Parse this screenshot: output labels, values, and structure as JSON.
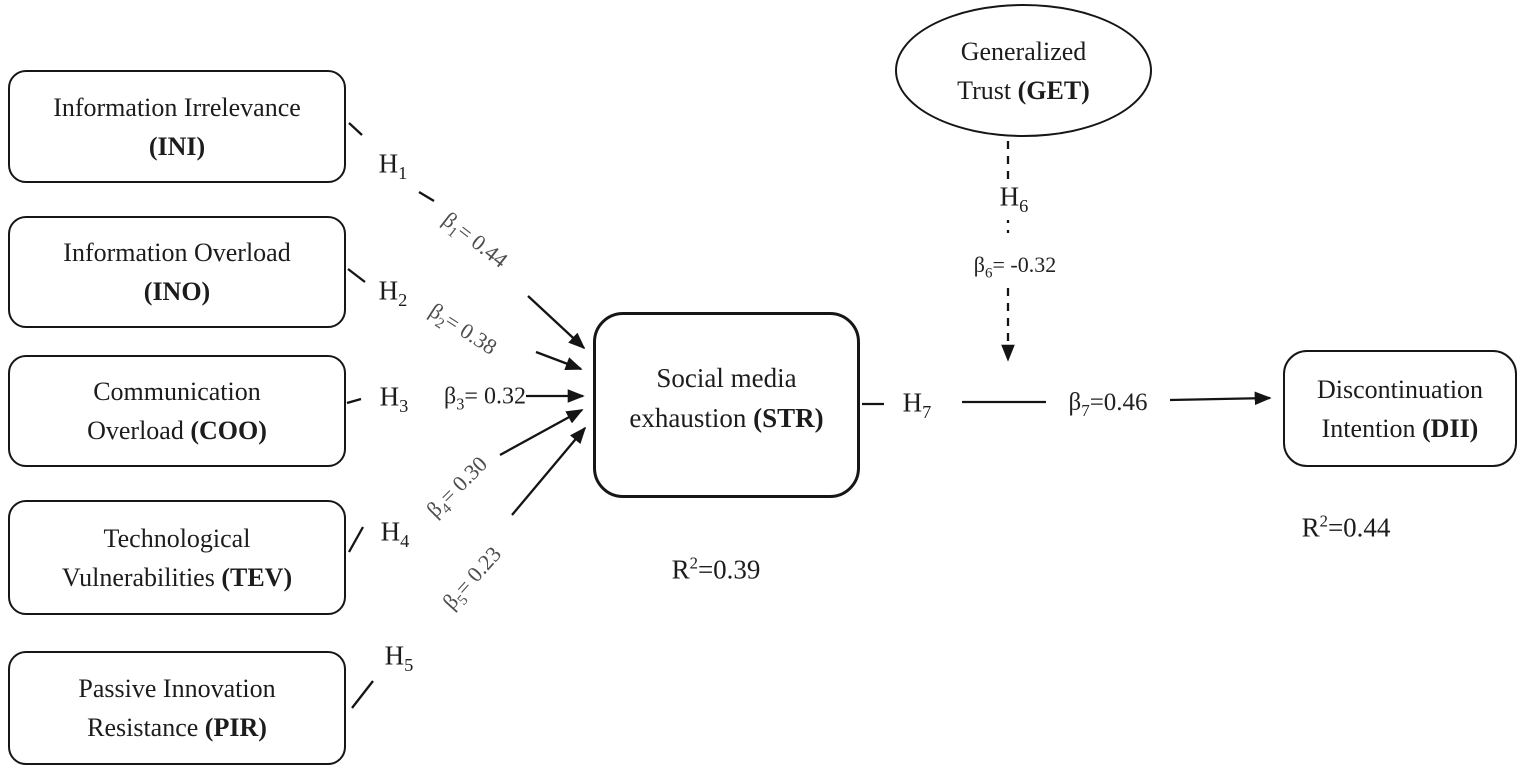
{
  "nodes": {
    "ini": {
      "line1": "Information Irrelevance",
      "line2_normal": "",
      "line2_bold": "(INI)"
    },
    "ino": {
      "line1": "Information Overload",
      "line2_normal": "",
      "line2_bold": "(INO)"
    },
    "coo": {
      "line1": "Communication",
      "line2_normal": "Overload ",
      "line2_bold": "(COO)"
    },
    "tev": {
      "line1": "Technological",
      "line2_normal": "Vulnerabilities ",
      "line2_bold": "(TEV)"
    },
    "pir": {
      "line1": "Passive Innovation",
      "line2_normal": "Resistance ",
      "line2_bold": "(PIR)"
    },
    "str": {
      "line1": "Social media",
      "line2_normal": "exhaustion ",
      "line2_bold": "(STR)"
    },
    "get": {
      "line1": "Generalized",
      "line2_normal": "Trust ",
      "line2_bold": "(GET)"
    },
    "dii": {
      "line1": "Discontinuation",
      "line2_normal": "Intention ",
      "line2_bold": "(DII)"
    }
  },
  "hypotheses": {
    "h1": {
      "base": "H",
      "sub": "1"
    },
    "h2": {
      "base": "H",
      "sub": "2"
    },
    "h3": {
      "base": "H",
      "sub": "3"
    },
    "h4": {
      "base": "H",
      "sub": "4"
    },
    "h5": {
      "base": "H",
      "sub": "5"
    },
    "h6": {
      "base": "H",
      "sub": "6"
    },
    "h7": {
      "base": "H",
      "sub": "7"
    }
  },
  "betas": {
    "b1": {
      "base": "β",
      "sub": "1",
      "value": "= 0.44"
    },
    "b2": {
      "base": "β",
      "sub": "2",
      "value": "= 0.38"
    },
    "b3": {
      "base": "β",
      "sub": "3",
      "value": "= 0.32"
    },
    "b4": {
      "base": "β",
      "sub": "4",
      "value": "= 0.30"
    },
    "b5": {
      "base": "β",
      "sub": "5",
      "value": "= 0.23"
    },
    "b6": {
      "base": "β",
      "sub": "6",
      "value": "= -0.32"
    },
    "b7": {
      "base": "β",
      "sub": "7",
      "value": "=0.46"
    }
  },
  "r_squared": {
    "str": {
      "base": "R",
      "sup": "2",
      "value": "=0.39"
    },
    "dii": {
      "base": "R",
      "sup": "2",
      "value": "=0.44"
    }
  },
  "colors": {
    "background": "#ffffff",
    "stroke": "#141414",
    "text": "#1c1c1c",
    "beta_rotated_text": "#4d4d4d"
  }
}
